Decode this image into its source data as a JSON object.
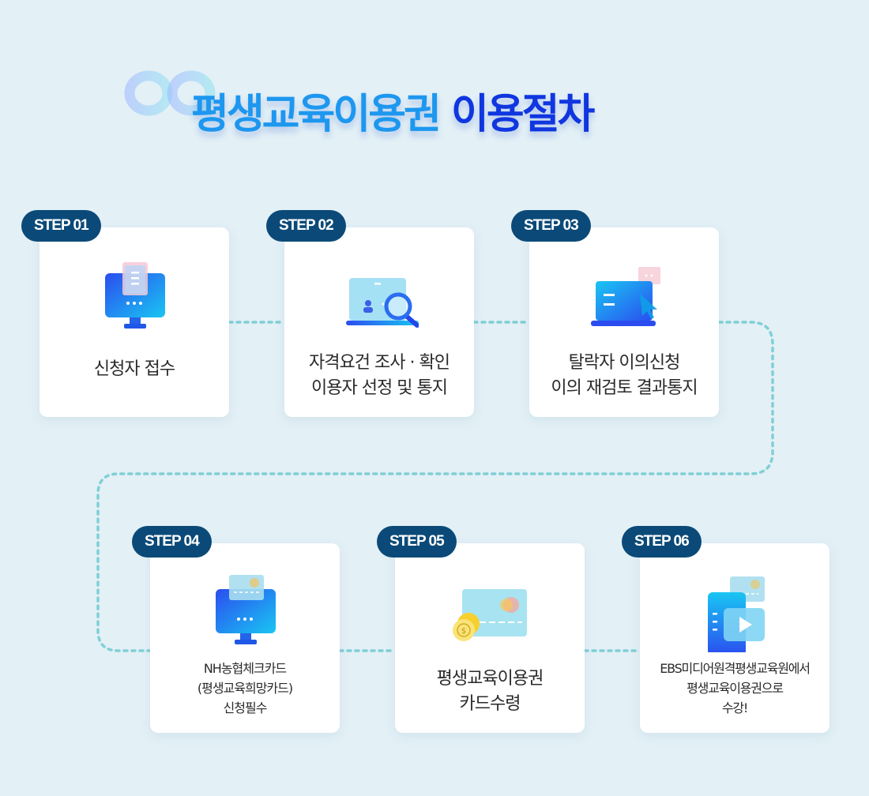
{
  "title": {
    "part1": "평생교육이용권",
    "part2": "이용절차"
  },
  "steps": [
    {
      "badge": "STEP 01",
      "icon": "monitor-receipt-icon",
      "lines": [
        "신청자 접수"
      ]
    },
    {
      "badge": "STEP 02",
      "icon": "laptop-search-icon",
      "lines": [
        "자격요건 조사 · 확인",
        "이용자 선정 및 통지"
      ]
    },
    {
      "badge": "STEP 03",
      "icon": "laptop-cursor-icon",
      "lines": [
        "탈락자 이의신청",
        "이의 재검토 결과통지"
      ]
    },
    {
      "badge": "STEP 04",
      "icon": "monitor-card-icon",
      "lines": [
        "NH농협체크카드",
        "(평생교육희망카드)",
        "신청필수"
      ]
    },
    {
      "badge": "STEP 05",
      "icon": "card-coin-icon",
      "lines": [
        "평생교육이용권",
        "카드수령"
      ]
    },
    {
      "badge": "STEP 06",
      "icon": "phone-video-icon",
      "lines": [
        "EBS미디어원격평생교육원에서",
        "평생교육이용권으로",
        "수강!"
      ]
    }
  ],
  "colors": {
    "badge": "#0b4a78",
    "title_light": "#1d97ef",
    "title_dark": "#1036e0",
    "connector": "#7fd0d6",
    "background": "#e3f0f6"
  }
}
